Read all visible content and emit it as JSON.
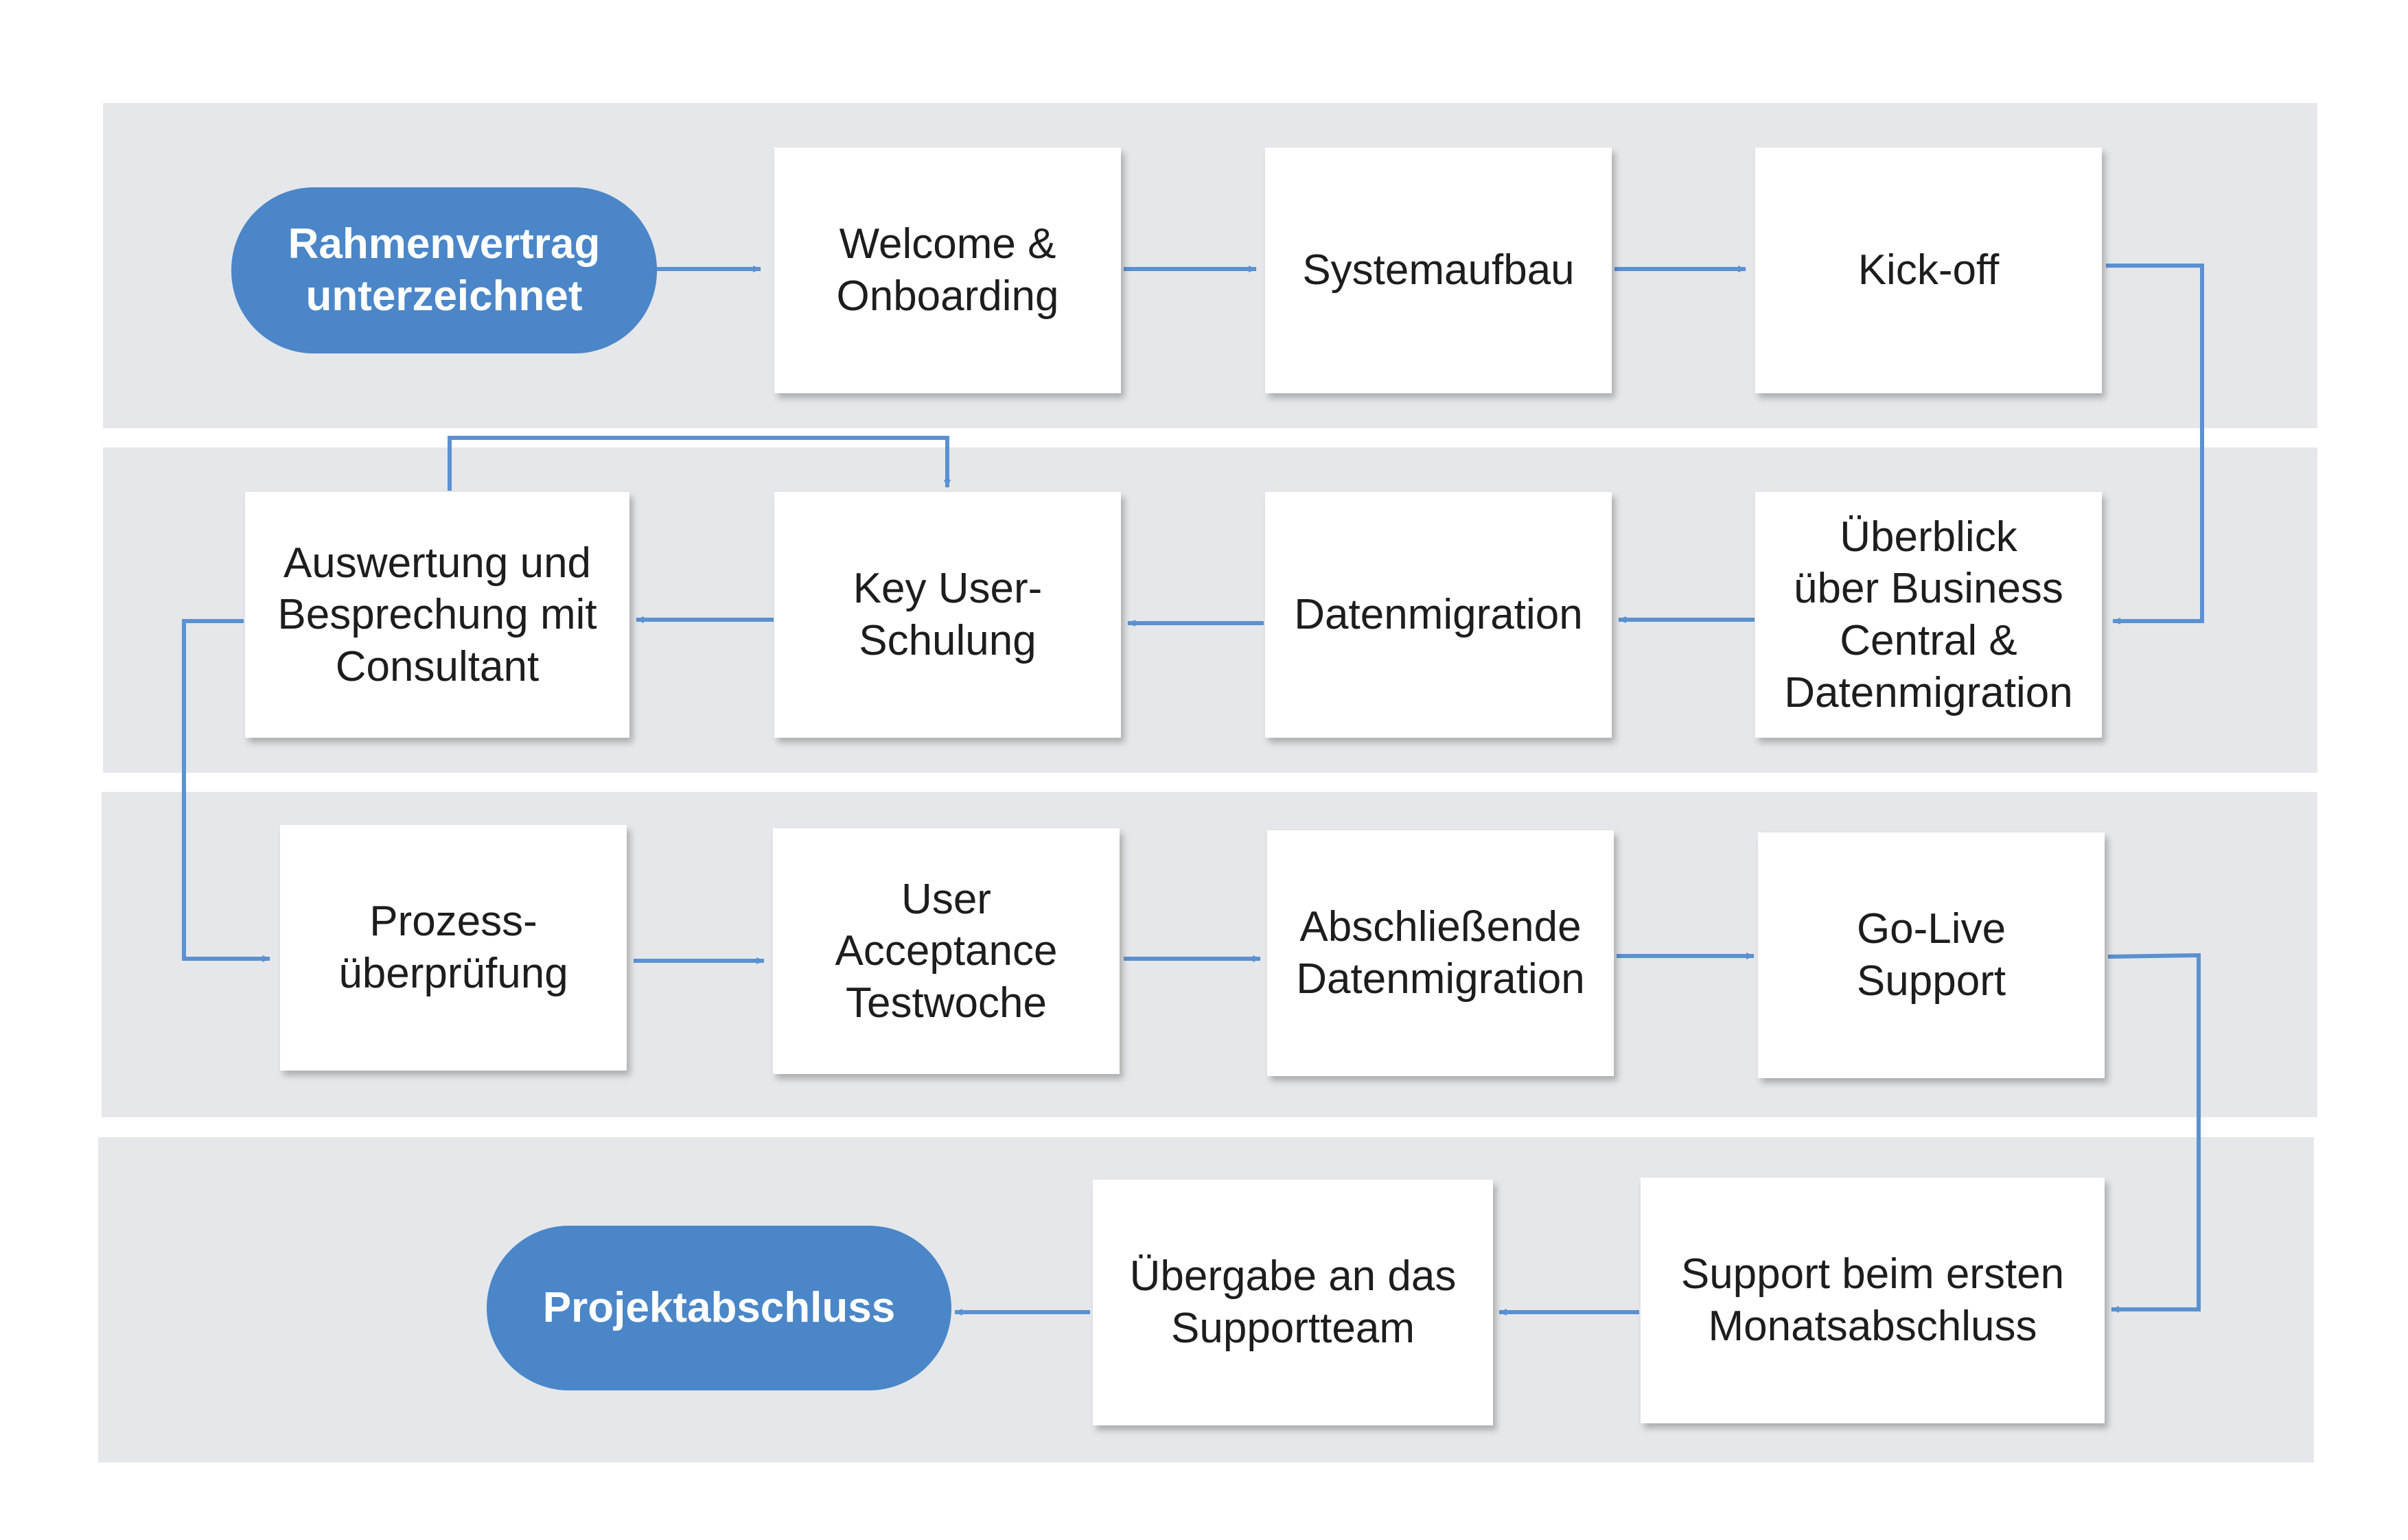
{
  "colors": {
    "accent": "#4a86c8",
    "connector": "#5b91d1",
    "band": "#e5e7ea",
    "box": "#ffffff"
  },
  "steps": {
    "start": "Rahmenvertrag\nunterzeichnet",
    "welcome": "Welcome &\nOnboarding",
    "systemaufbau": "Systemaufbau",
    "kickoff": "Kick-off",
    "ueberblick": "Überblick\nüber Business\nCentral &\nDatenmigration",
    "datenmigration": "Datenmigration",
    "keyuser": "Key User-\nSchulung",
    "auswertung": "Auswertung und\nBesprechung mit\nConsultant",
    "prozess": "Prozess-\nüberprüfung",
    "uat": "User\nAcceptance\nTestwoche",
    "abschliessend": "Abschließende\nDatenmigration",
    "golive": "Go-Live\nSupport",
    "support_monat": "Support beim ersten\nMonatsabschluss",
    "uebergabe": "Übergabe an das\nSupportteam",
    "end": "Projektabschluss"
  }
}
